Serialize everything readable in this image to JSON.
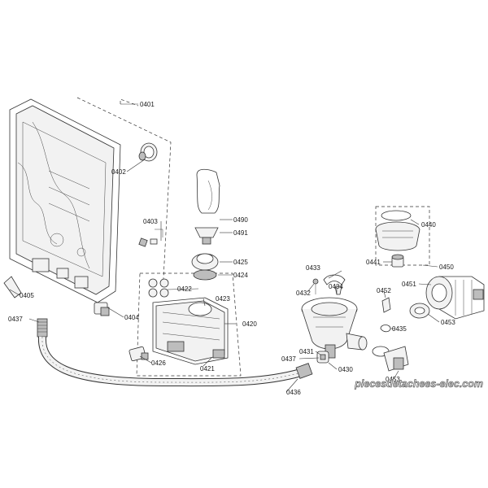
{
  "parts": {
    "p0401": "0401",
    "p0402": "0402",
    "p0403": "0403",
    "p0404": "0404",
    "p0405": "0405",
    "p0437a": "0437",
    "p0490": "0490",
    "p0491": "0491",
    "p0425": "0425",
    "p0424": "0424",
    "p0422": "0422",
    "p0423": "0423",
    "p0420": "0420",
    "p0426": "0426",
    "p0421": "0421",
    "p0433": "0433",
    "p0432": "0432",
    "p0434": "0434",
    "p0440": "0440",
    "p0441": "0441",
    "p0450": "0450",
    "p0451": "0451",
    "p0452": "0452",
    "p0453a": "0453",
    "p0435": "0435",
    "p0437b": "0437",
    "p0431": "0431",
    "p0430": "0430",
    "p0436": "0436",
    "p0453b": "0453"
  },
  "watermark": "piecesdetachees-elec.com",
  "colors": {
    "line": "#333333",
    "fill": "#f2f2f2",
    "dark": "#bdbdbd"
  }
}
